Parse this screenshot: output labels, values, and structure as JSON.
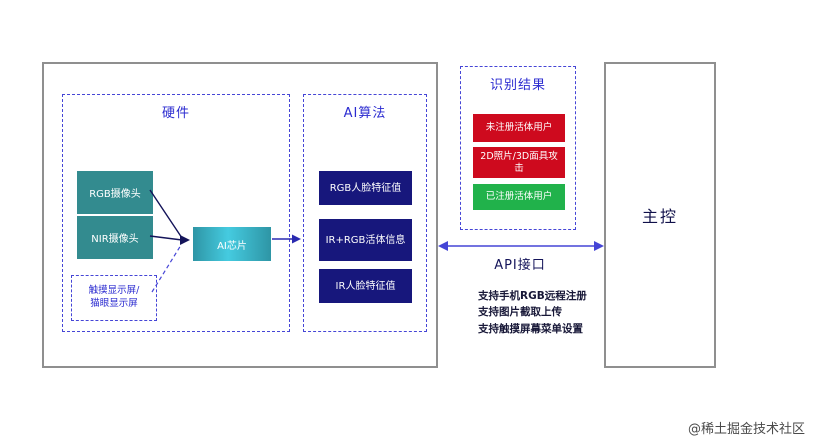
{
  "hardware": {
    "title": "硬件",
    "rgb_camera": "RGB摄像头",
    "nir_camera": "NIR摄像头",
    "ai_chip": "AI芯片",
    "touch_display_line1": "触摸显示屏/",
    "touch_display_line2": "猫眼显示屏"
  },
  "algorithm": {
    "title": "AI算法",
    "items": [
      "RGB人脸特征值",
      "IR+RGB活体信息",
      "IR人脸特征值"
    ]
  },
  "recognition": {
    "title": "识别结果",
    "items": [
      {
        "label": "未注册活体用户",
        "color": "#ce0a1e"
      },
      {
        "label": "2D照片/3D面具攻击",
        "color": "#ce0a1e"
      },
      {
        "label": "已注册活体用户",
        "color": "#21b24b"
      }
    ]
  },
  "api": {
    "label": "API接口",
    "features": [
      "支持手机RGB远程注册",
      "支持图片截取上传",
      "支持触摸屏幕菜单设置"
    ]
  },
  "main_control": {
    "label": "主控"
  },
  "watermark": "@稀土掘金技术社区",
  "colors": {
    "teal_box": "#338b8f",
    "chip_highlight": "#45cbe0",
    "navy_box": "#17177c",
    "red_box": "#ce0a1e",
    "green_box": "#21b24b",
    "dashed_border": "#4545d6",
    "solid_border": "#8f8f8f"
  }
}
